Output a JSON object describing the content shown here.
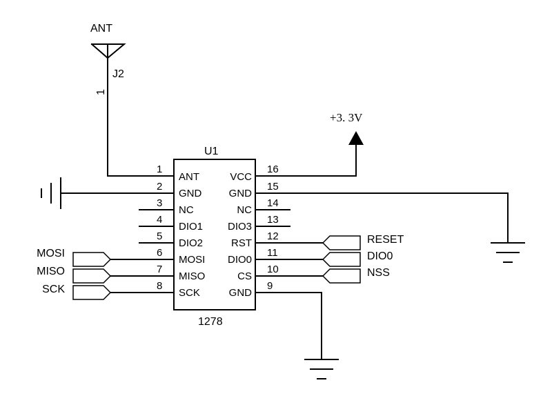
{
  "antenna": {
    "label": "ANT",
    "ref": "J2",
    "pin": "1"
  },
  "power": {
    "label": "+3. 3V"
  },
  "chip": {
    "ref": "U1",
    "part": "1278",
    "left_pins": [
      {
        "num": "1",
        "name": "ANT"
      },
      {
        "num": "2",
        "name": "GND"
      },
      {
        "num": "3",
        "name": "NC"
      },
      {
        "num": "4",
        "name": "DIO1"
      },
      {
        "num": "5",
        "name": "DIO2"
      },
      {
        "num": "6",
        "name": "MOSI"
      },
      {
        "num": "7",
        "name": "MISO"
      },
      {
        "num": "8",
        "name": "SCK"
      }
    ],
    "right_pins": [
      {
        "num": "16",
        "name": "VCC"
      },
      {
        "num": "15",
        "name": "GND"
      },
      {
        "num": "14",
        "name": "NC"
      },
      {
        "num": "13",
        "name": "DIO3"
      },
      {
        "num": "12",
        "name": "RST"
      },
      {
        "num": "11",
        "name": "DIO0"
      },
      {
        "num": "10",
        "name": "CS"
      },
      {
        "num": "9",
        "name": "GND"
      }
    ]
  },
  "left_ports": [
    "MOSI",
    "MISO",
    "SCK"
  ],
  "right_ports": [
    "RESET",
    "DIO0",
    "NSS"
  ]
}
